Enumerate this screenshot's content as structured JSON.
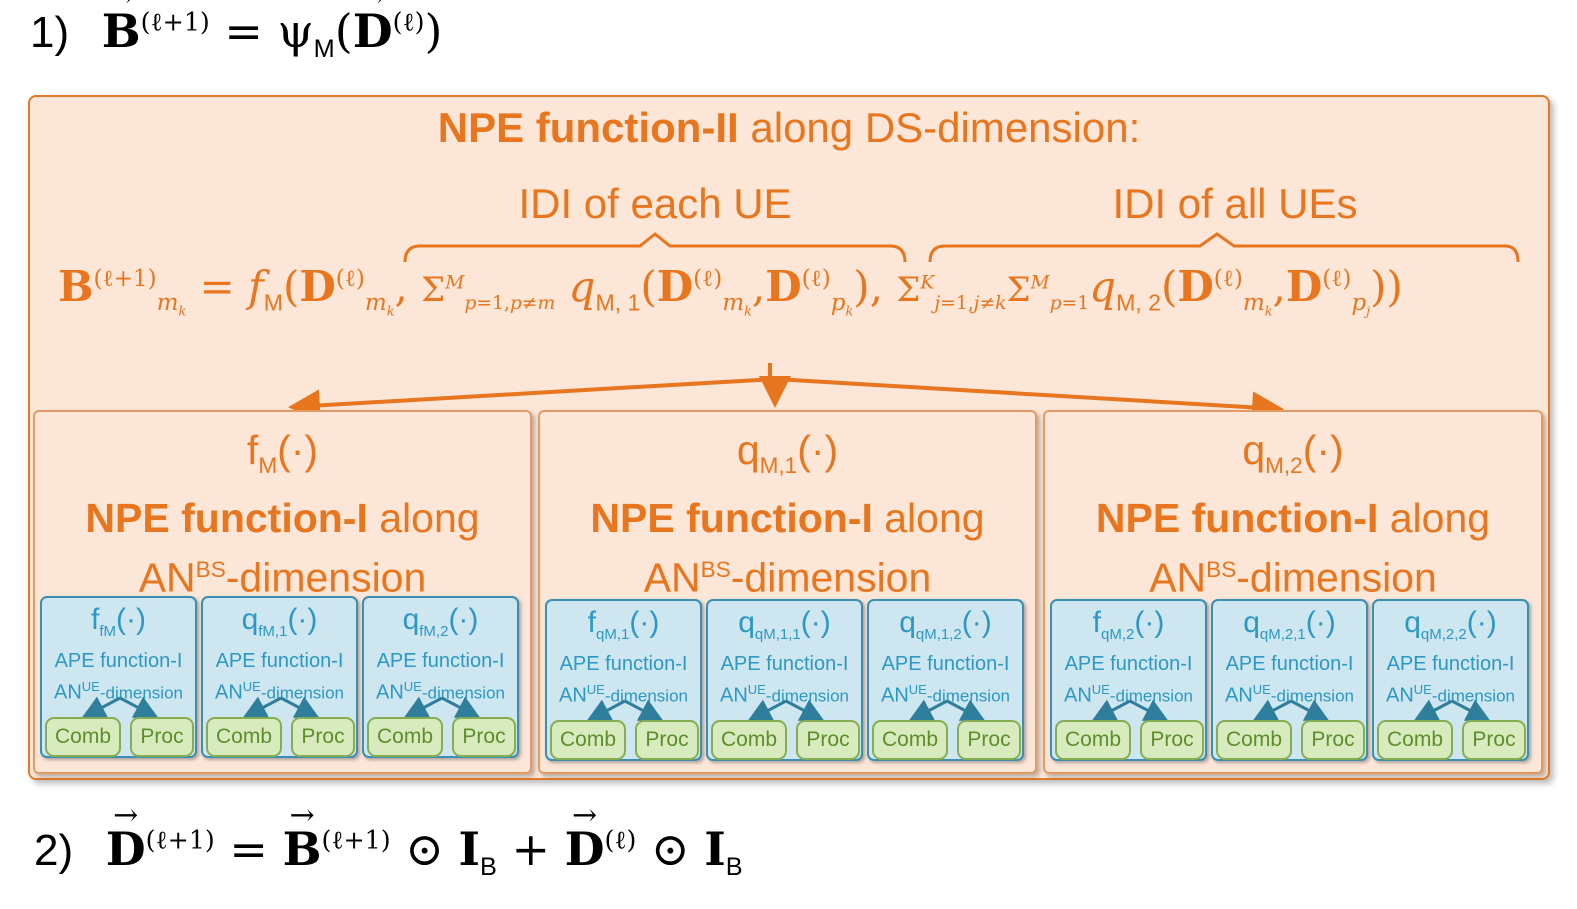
{
  "eq1": {
    "num": "1)",
    "lhs": "B",
    "sup": "(ℓ+1)",
    "op": " = ψ",
    "psi_sub": "M",
    "arg": "D",
    "arg_sup": "(ℓ)"
  },
  "eq2": {
    "num": "2)",
    "text": "D(ℓ+1) = B(ℓ+1) ⊙ IB + D(ℓ) ⊙ IB"
  },
  "outer": {
    "title_bold": "NPE function-II",
    "title_rest": " along DS-dimension:",
    "brace_left": "IDI of each UE",
    "brace_right": "IDI of all UEs",
    "equation": "B_{m_k}^{(ℓ+1)} = f_M(D_{m_k}^{(ℓ)}, Σ_{p=1,p≠m}^{M} q_{M,1}(D_{m_k}^{(ℓ)}, D_{p_k}^{(ℓ)}), Σ_{j=1,j≠k}^{K} Σ_{p=1}^{M} q_{M,2}(D_{m_k}^{(ℓ)}, D_{p_j}^{(ℓ)}))"
  },
  "blocks": [
    {
      "fn": "f",
      "fn_sub": "M",
      "line1_bold": "NPE function-I",
      "line1_rest": " along",
      "line2": "AN",
      "line2_sup": "BS",
      "line2_rest": "-dimension",
      "leaves": [
        {
          "fn": "f",
          "fn_sub": "fM",
          "extra": ""
        },
        {
          "fn": "q",
          "fn_sub": "fM,1",
          "extra": ""
        },
        {
          "fn": "q",
          "fn_sub": "fM,2",
          "extra": ""
        }
      ]
    },
    {
      "fn": "q",
      "fn_sub": "M,1",
      "line1_bold": "NPE function-I",
      "line1_rest": " along",
      "line2": "AN",
      "line2_sup": "BS",
      "line2_rest": "-dimension",
      "leaves": [
        {
          "fn": "f",
          "fn_sub": "qM,1"
        },
        {
          "fn": "q",
          "fn_sub": "qM,1,1"
        },
        {
          "fn": "q",
          "fn_sub": "qM,1,2"
        }
      ]
    },
    {
      "fn": "q",
      "fn_sub": "M,2",
      "line1_bold": "NPE function-I",
      "line1_rest": " along",
      "line2": "AN",
      "line2_sup": "BS",
      "line2_rest": "-dimension",
      "leaves": [
        {
          "fn": "f",
          "fn_sub": "qM,2"
        },
        {
          "fn": "q",
          "fn_sub": "qM,2,1"
        },
        {
          "fn": "q",
          "fn_sub": "qM,2,2"
        }
      ]
    }
  ],
  "leaf_text": {
    "line1": "APE function-I",
    "line2": "AN",
    "line2_sup": "UE",
    "line2_rest": "-dimension",
    "comb": "Comb",
    "proc": "Proc",
    "dot": "(·)"
  },
  "colors": {
    "orange": "#e8761e",
    "blue": "#2c98c3",
    "green": "#5f8d2a",
    "outer_bg": "#fbe6d8",
    "leaf_bg": "#cde6f0"
  }
}
